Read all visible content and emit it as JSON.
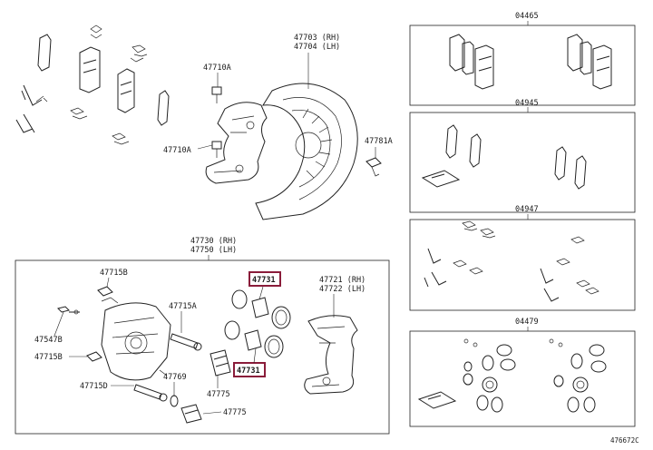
{
  "labels": {
    "p47703": "47703 (RH)",
    "p47704": "47704 (LH)",
    "p47710a_top": "47710A",
    "p47710a_mid": "47710A",
    "p47781a": "47781A",
    "p47730": "47730 (RH)",
    "p47750": "47750 (LH)",
    "p47715b_top": "47715B",
    "p47715a": "47715A",
    "p47547b": "47547B",
    "p47715b_low": "47715B",
    "p47769": "47769",
    "p47715d": "47715D",
    "p47775_a": "47775",
    "p47775_b": "47775",
    "p47731_top": "47731",
    "p47731_bottom": "47731",
    "p47721": "47721 (RH)",
    "p47722": "47722 (LH)",
    "kit_04465": "04465",
    "kit_04945": "04945",
    "kit_04947": "04947",
    "kit_04479": "04479",
    "drawing_code": "476672C"
  },
  "colors": {
    "highlight": "#8a1c3a",
    "line": "#222222"
  }
}
